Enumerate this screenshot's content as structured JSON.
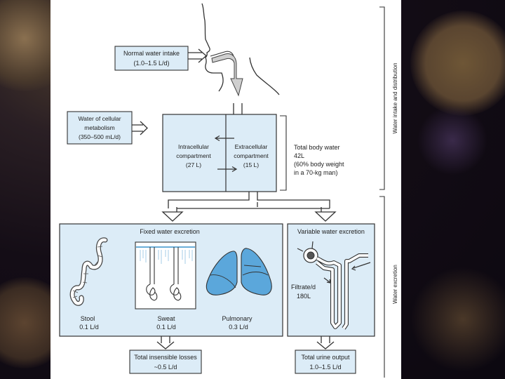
{
  "intake_label": {
    "line1": "Normal water intake",
    "line2": "(1.0–1.5 L/d)"
  },
  "metabolism_label": {
    "line1": "Water of cellular",
    "line2": "metabolism",
    "line3": "(350–500 mL/d)"
  },
  "intracellular": {
    "line1": "Intracellular",
    "line2": "compartment",
    "line3": "(27 L)"
  },
  "extracellular": {
    "line1": "Extracellular",
    "line2": "compartment",
    "line3": "(15 L)"
  },
  "total_body_water": {
    "line1": "Total body water",
    "line2": "42L",
    "line3": "(60% body weight",
    "line4": "in a 70-kg man)"
  },
  "fixed": {
    "title": "Fixed water excretion",
    "stool": {
      "name": "Stool",
      "value": "0.1 L/d"
    },
    "sweat": {
      "name": "Sweat",
      "value": "0.1 L/d"
    },
    "pulmonary": {
      "name": "Pulmonary",
      "value": "0.3 L/d"
    }
  },
  "variable": {
    "title": "Variable water excretion",
    "filtrate_line1": "Filtrate/d",
    "filtrate_line2": "180L"
  },
  "insensible": {
    "line1": "Total insensible losses",
    "line2": "~0.5 L/d"
  },
  "urine": {
    "line1": "Total urine output",
    "line2": "1.0–1.5 L/d"
  },
  "side_labels": {
    "intake_distribution": "Water intake and distribution",
    "excretion": "Water excretion"
  },
  "colors": {
    "box_fill": "#dcecf7",
    "lung_fill": "#5ba7db",
    "stroke": "#333333"
  }
}
